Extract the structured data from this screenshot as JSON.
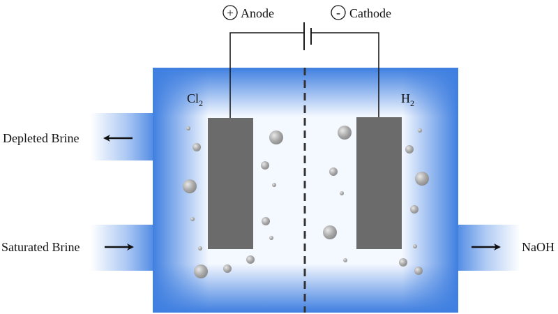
{
  "terminals": {
    "anode": {
      "sign": "+",
      "label": "Anode"
    },
    "cathode": {
      "sign": "-",
      "label": "Cathode"
    }
  },
  "gases": {
    "left": {
      "base": "Cl",
      "sub": "2"
    },
    "right": {
      "base": "H",
      "sub": "2"
    }
  },
  "flows": {
    "depleted_brine": "Depleted Brine",
    "saturated_brine": "Saturated Brine",
    "naoh": "NaOH"
  },
  "colors": {
    "tank_edge": "#3f7fe0",
    "tank_center": "#f4f8ff",
    "electrode": "#6b6b6b",
    "wire": "#1a1a1a",
    "membrane": "#333333",
    "bubble": "#a8a8a8"
  }
}
